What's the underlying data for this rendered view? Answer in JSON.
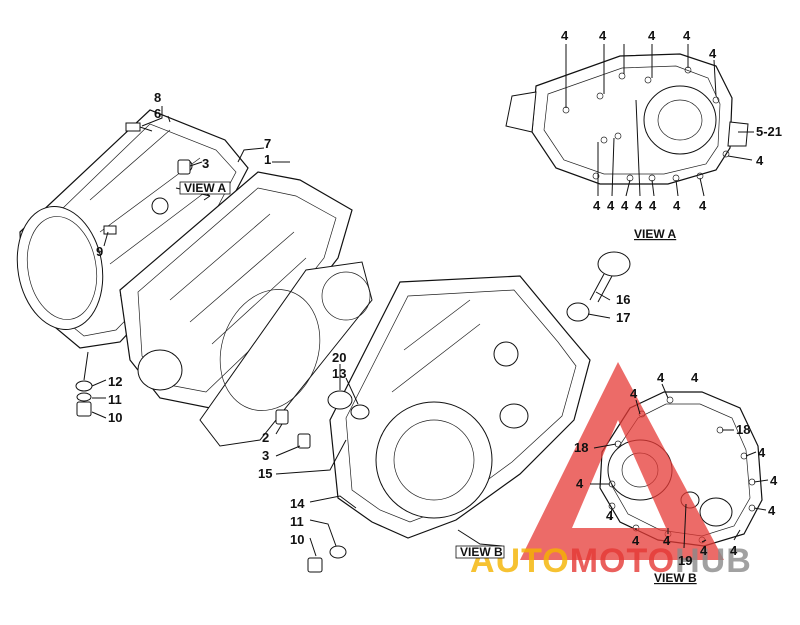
{
  "watermark": {
    "text": "AUTOMOTOHUB",
    "colors": {
      "triangle": "#e53935",
      "auto": "#f5b400",
      "moto": "#e53935",
      "hub": "#8a8a8a"
    }
  },
  "view_labels": {
    "view_a_upper": "VIEW A",
    "view_a_ref": "VIEW A",
    "view_b_ref": "VIEW B",
    "view_b_lower": "VIEW B"
  },
  "callouts": {
    "left": [
      "8",
      "6",
      "7",
      "1",
      "3",
      "9",
      "12",
      "11",
      "10"
    ],
    "center": [
      "20",
      "13",
      "2",
      "3",
      "15",
      "14",
      "11",
      "10",
      "16",
      "17"
    ],
    "view_a_top": [
      "4",
      "4",
      "4",
      "4",
      "4"
    ],
    "view_a_side": [
      "5-21",
      "4"
    ],
    "view_a_bottom": [
      "4",
      "4",
      "4",
      "4",
      "4",
      "4",
      "4"
    ],
    "view_b": [
      "4",
      "4",
      "4",
      "18",
      "18",
      "4",
      "4",
      "4",
      "4",
      "4",
      "4",
      "4",
      "4",
      "19",
      "4"
    ]
  }
}
